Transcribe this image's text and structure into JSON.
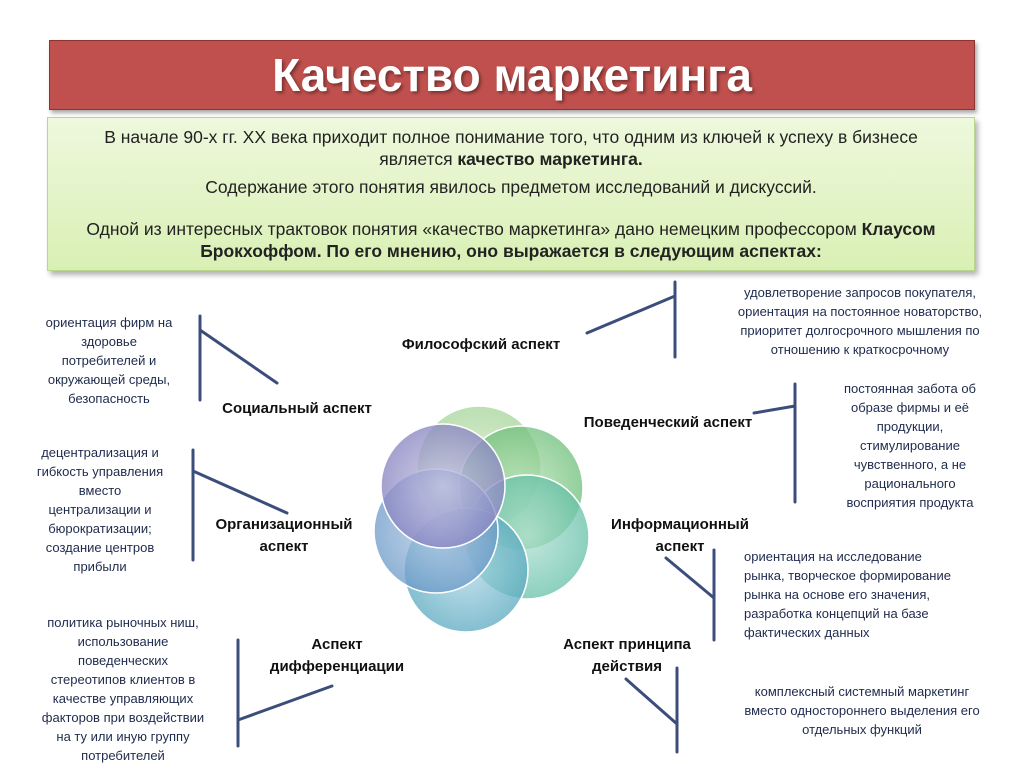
{
  "title": "Качество маркетинга",
  "intro": {
    "p1_part1": "В начале 90-х  гг. XX века приходит полное понимание того, что одним из ключей к успеху в бизнесе является ",
    "p1_bold": "качество маркетинга.",
    "p2": "Содержание этого понятия явилось предметом исследований и дискуссий.",
    "p3_part1": "Одной из интересных трактовок понятия «качество маркетинга»  дано немецким профессором ",
    "p3_bold": "Клаусом Брокхоффом.  По его мнению, оно выражается в следующим аспектах:"
  },
  "aspects": {
    "philosophical": "Философский аспект",
    "social": "Социальный аспект",
    "behavioral": "Поведенческий аспект",
    "organizational_1": "Организационный",
    "organizational_2": "аспект",
    "informational_1": "Информационный",
    "informational_2": "аспект",
    "differentiation_1": "Аспект",
    "differentiation_2": "дифференциации",
    "action_1": "Аспект принципа",
    "action_2": "действия"
  },
  "notes": {
    "philosophical": [
      "удовлетворение запросов покупателя,",
      "ориентация на постоянное  новаторство,",
      "приоритет долгосрочного мышления по",
      "отношению к краткосрочному"
    ],
    "social": [
      "ориентация фирм на",
      "здоровье",
      "потребителей и",
      "окружающей среды,",
      "безопасность"
    ],
    "behavioral": [
      "постоянная забота об",
      "образе фирмы и её",
      "продукции,",
      "стимулирование",
      "чувственного, а не",
      "рационального",
      "восприятия продукта"
    ],
    "organizational": [
      "децентрализация и",
      "гибкость управления",
      "вместо",
      "централизации и",
      "бюрократизации;",
      "создание центров",
      "прибыли"
    ],
    "informational": [
      "ориентация на исследование",
      "рынка, творческое формирование",
      "рынка на основе его значения,",
      "разработка концепций на базе",
      "фактических данных"
    ],
    "differentiation": [
      "политика рыночных ниш,",
      "использование",
      "поведенческих",
      "стереотипов клиентов в",
      "качестве управляющих",
      "факторов при воздействии",
      "на ту или иную группу",
      "потребителей"
    ],
    "action": [
      "комплексный системный маркетинг",
      "вместо одностороннего выделения его",
      "отдельных функций"
    ]
  },
  "colors": {
    "title_bg": "#c0504d",
    "intro_bg": "#dff2c0",
    "line": "#3b4d7a",
    "circles": [
      "#a6d49a",
      "#6fbf7b",
      "#66c0a8",
      "#5aa9c0",
      "#6c9ac8",
      "#8a86c2"
    ]
  }
}
